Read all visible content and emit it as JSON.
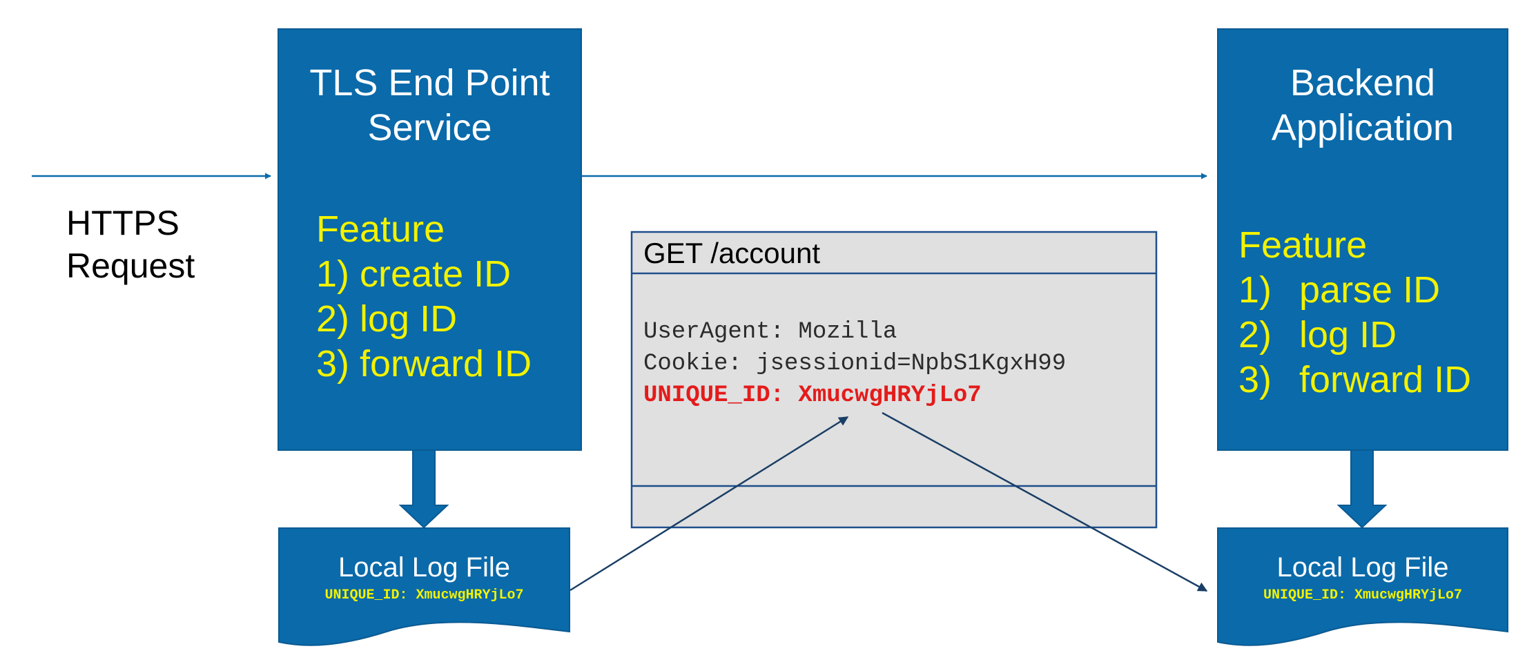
{
  "colors": {
    "box_fill": "#0a6aaa",
    "box_border": "#0a5a92",
    "feature_text": "#f2f200",
    "highlight_red": "#e41b1b",
    "message_fill": "#e0e0e0",
    "message_border": "#1f4e8c"
  },
  "request": {
    "line1": "HTTPS",
    "line2": "Request"
  },
  "tls_box": {
    "title_line1": "TLS End Point",
    "title_line2": "Service",
    "feature_heading": "Feature",
    "features": [
      "1) create ID",
      "2) log ID",
      "3) forward ID"
    ]
  },
  "backend_box": {
    "title_line1": "Backend",
    "title_line2": "Application",
    "feature_heading": "Feature",
    "features": [
      {
        "num": "1)",
        "text": "parse ID"
      },
      {
        "num": "2)",
        "text": "log ID"
      },
      {
        "num": "3)",
        "text": "forward ID"
      }
    ]
  },
  "message": {
    "title": "GET /account",
    "headers": [
      "UserAgent: Mozilla",
      "Cookie: jsessionid=NpbS1KgxH99"
    ],
    "unique_id_line": "UNIQUE_ID: XmucwgHRYjLo7"
  },
  "log_left": {
    "title": "Local Log File",
    "entry": "UNIQUE_ID: XmucwgHRYjLo7"
  },
  "log_right": {
    "title": "Local Log File",
    "entry": "UNIQUE_ID: XmucwgHRYjLo7"
  }
}
